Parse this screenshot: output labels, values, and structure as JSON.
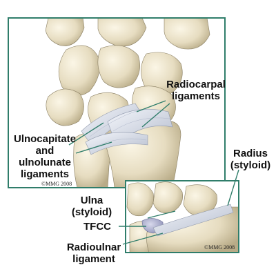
{
  "labels": {
    "radiocarpal": "Radiocarpal ligaments",
    "ulnocapitate_line1": "Ulnocapitate",
    "ulnocapitate_line2": "and",
    "ulnocapitate_line3": "ulnolunate",
    "ulnocapitate_line4": "ligaments",
    "radius_line1": "Radius",
    "radius_line2": "(styloid)",
    "ulna_line1": "Ulna",
    "ulna_line2": "(styloid)",
    "tfcc": "TFCC",
    "radioulnar_line1": "Radioulnar",
    "radioulnar_line2": "ligament"
  },
  "copyright": {
    "main": "©MMG 2008",
    "inset": "©MMG 2008"
  },
  "colors": {
    "frame": "#2f7d6a",
    "bone": "#e8dfc6",
    "bone_shadow": "#b9ad8c",
    "ligament": "#dfe4ee",
    "ligament_shadow": "#9aa3b8",
    "cartilage": "#b7b9d6"
  }
}
